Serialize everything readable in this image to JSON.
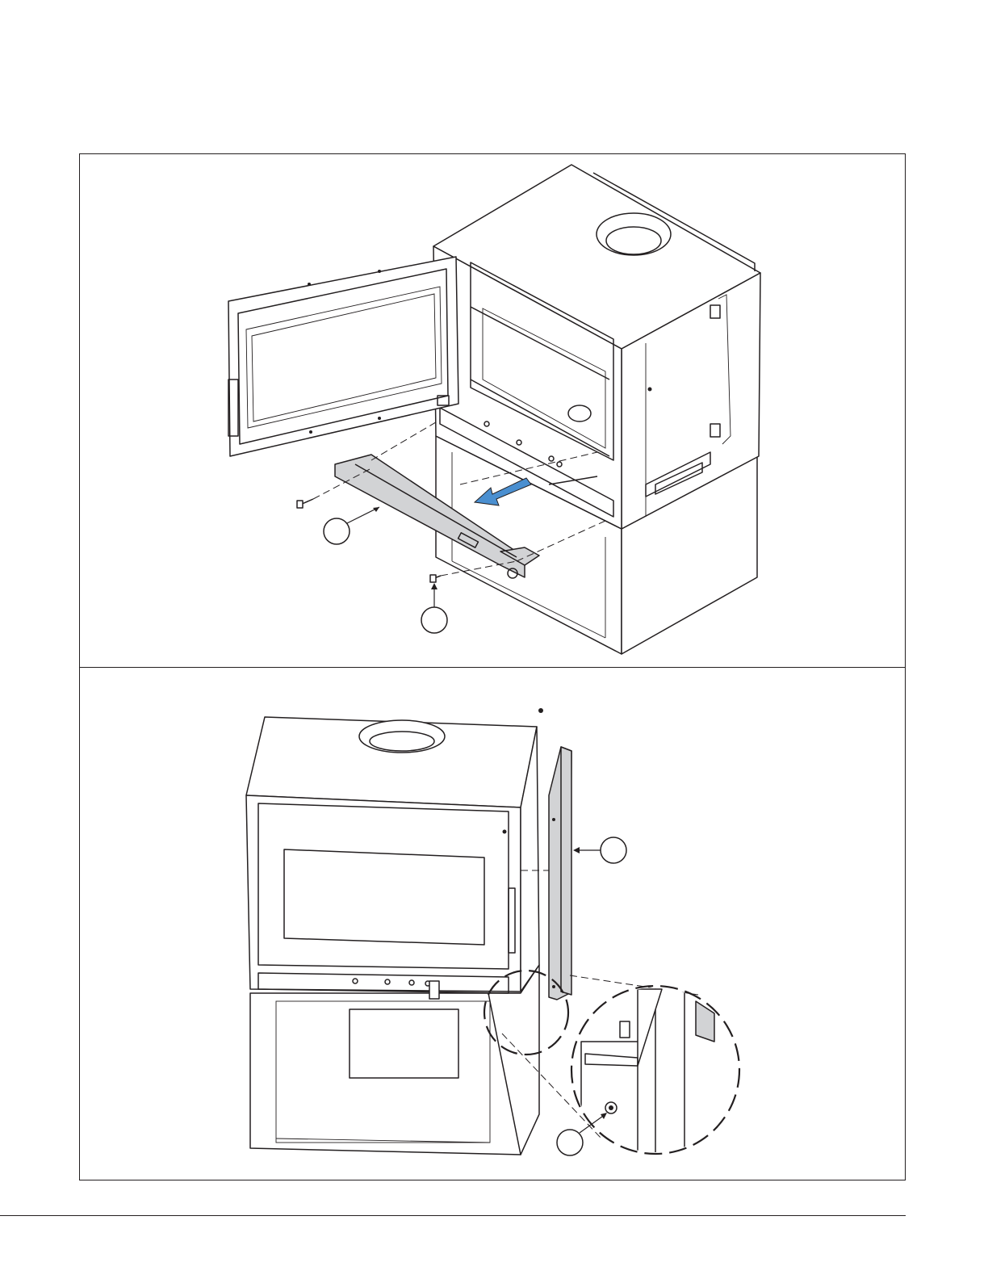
{
  "colors": {
    "line": "#231f20",
    "part_fill": "#d2d3d5",
    "arrow": "#4a8fd0",
    "background": "#ffffff"
  },
  "callouts": [
    {
      "name": "callout-front-trim-bar",
      "label": ""
    },
    {
      "name": "callout-screw-top",
      "label": ""
    },
    {
      "name": "callout-side-panel",
      "label": ""
    },
    {
      "name": "callout-screw-bottom",
      "label": ""
    }
  ],
  "icons": {
    "direction_arrow": "slide-out-arrow-icon",
    "detail_zoom": "magnify-detail-circle"
  }
}
